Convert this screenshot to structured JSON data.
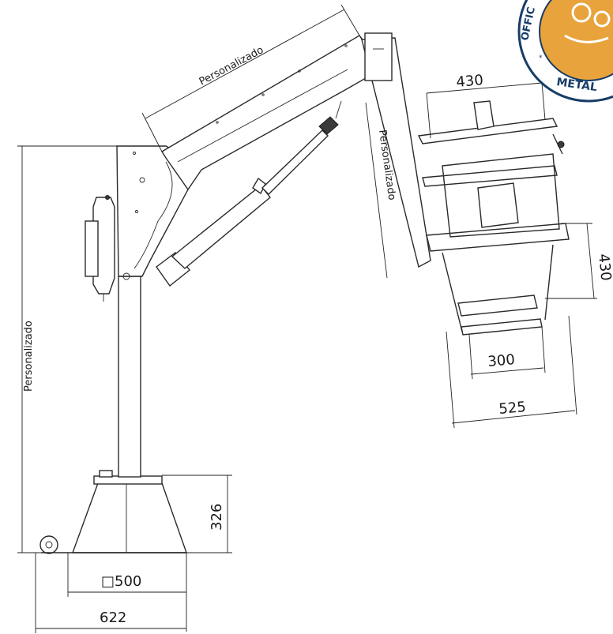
{
  "labels": {
    "arm_length": "Personalizado",
    "column_height": "Personalizado",
    "mast_length": "Personalizado",
    "seat_top_width": "430",
    "seat_side_height": "430",
    "seat_inner_width": "300",
    "seat_outer_width": "525",
    "base_height": "326",
    "base_square": "□500",
    "base_total_width": "622"
  },
  "badge": {
    "top_text": "OFFIC",
    "bottom_text": "METAL",
    "ring_color": "#173d67",
    "fill_color": "#e8a33c",
    "icon": "gear-hand-icon"
  },
  "colors": {
    "line": "#2a2a2a",
    "background": "#ffffff"
  }
}
